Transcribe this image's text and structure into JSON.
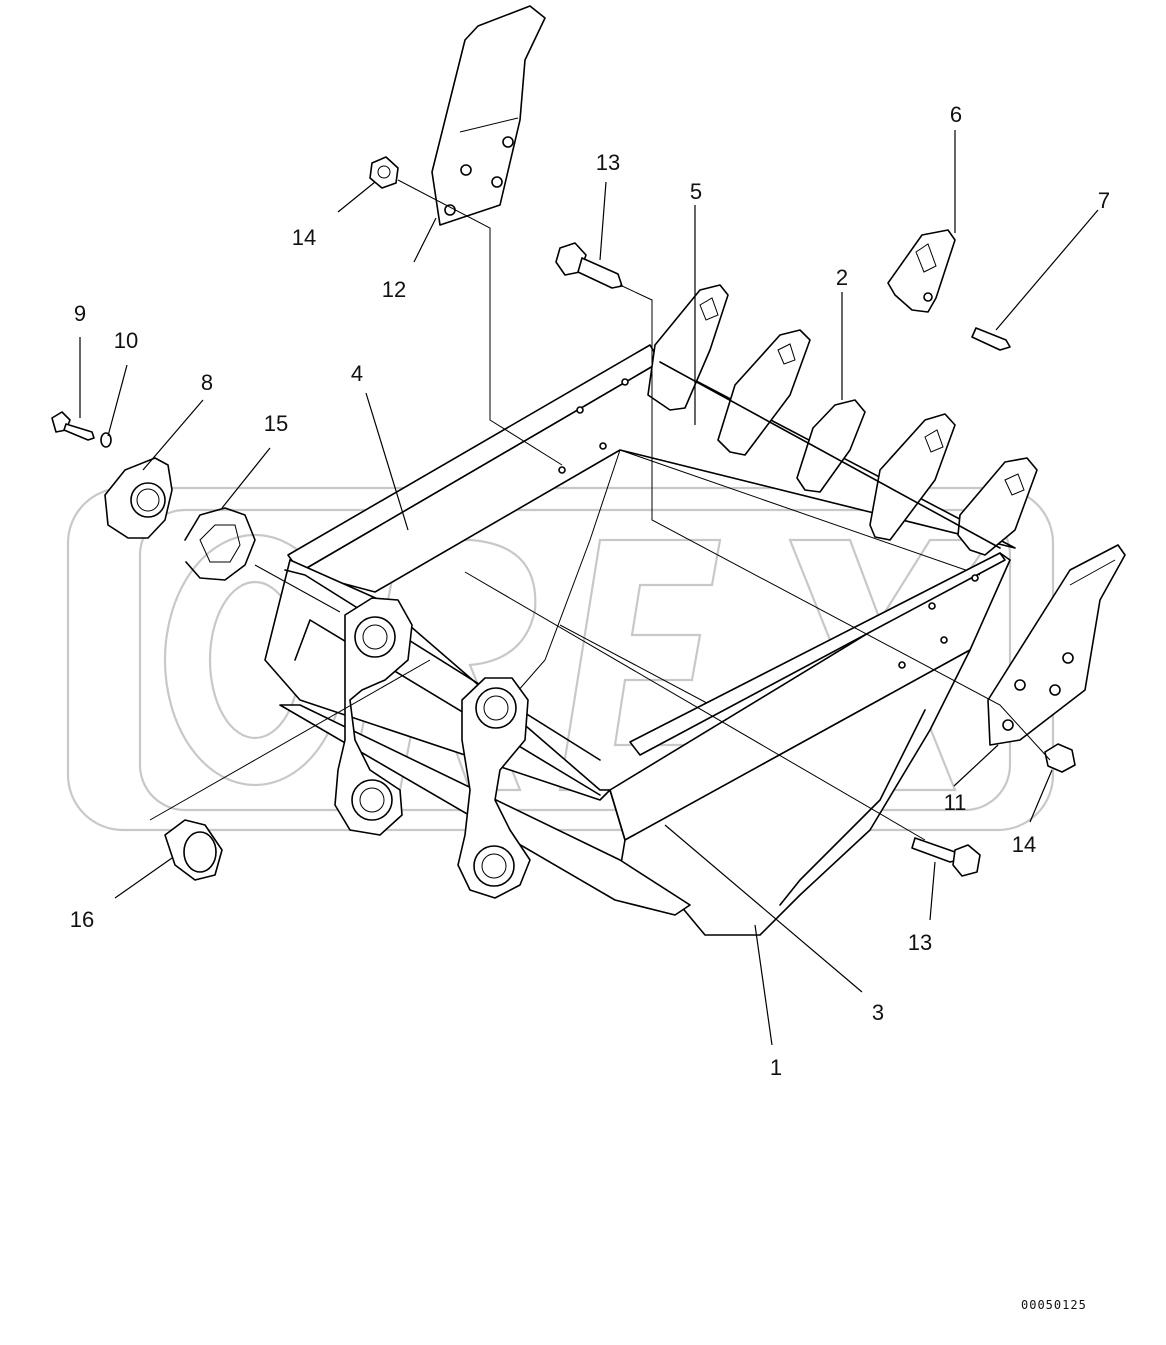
{
  "document_number": "00050125",
  "watermark": {
    "text": "OREX",
    "color": "#c8c8c8"
  },
  "line_color": "#000000",
  "callouts": [
    {
      "id": "c1",
      "label": "1",
      "part": "bucket-body"
    },
    {
      "id": "c2",
      "label": "2",
      "part": "tooth-adapter"
    },
    {
      "id": "c3",
      "label": "3",
      "part": "bottom-plate"
    },
    {
      "id": "c4",
      "label": "4",
      "part": "wrapper-plate"
    },
    {
      "id": "c5",
      "label": "5",
      "part": "cutting-edge"
    },
    {
      "id": "c6",
      "label": "6",
      "part": "tooth-point"
    },
    {
      "id": "c7",
      "label": "7",
      "part": "tooth-pin"
    },
    {
      "id": "c8",
      "label": "8",
      "part": "boss-collar"
    },
    {
      "id": "c9",
      "label": "9",
      "part": "bolt"
    },
    {
      "id": "c10",
      "label": "10",
      "part": "washer"
    },
    {
      "id": "c11",
      "label": "11",
      "part": "side-cutter-right"
    },
    {
      "id": "c12",
      "label": "12",
      "part": "side-cutter-left"
    },
    {
      "id": "c13a",
      "label": "13",
      "part": "side-cutter-bolt-upper"
    },
    {
      "id": "c13b",
      "label": "13",
      "part": "side-cutter-bolt-lower"
    },
    {
      "id": "c14a",
      "label": "14",
      "part": "nut-upper"
    },
    {
      "id": "c14b",
      "label": "14",
      "part": "nut-lower"
    },
    {
      "id": "c15",
      "label": "15",
      "part": "shim"
    },
    {
      "id": "c16",
      "label": "16",
      "part": "bushing"
    }
  ]
}
